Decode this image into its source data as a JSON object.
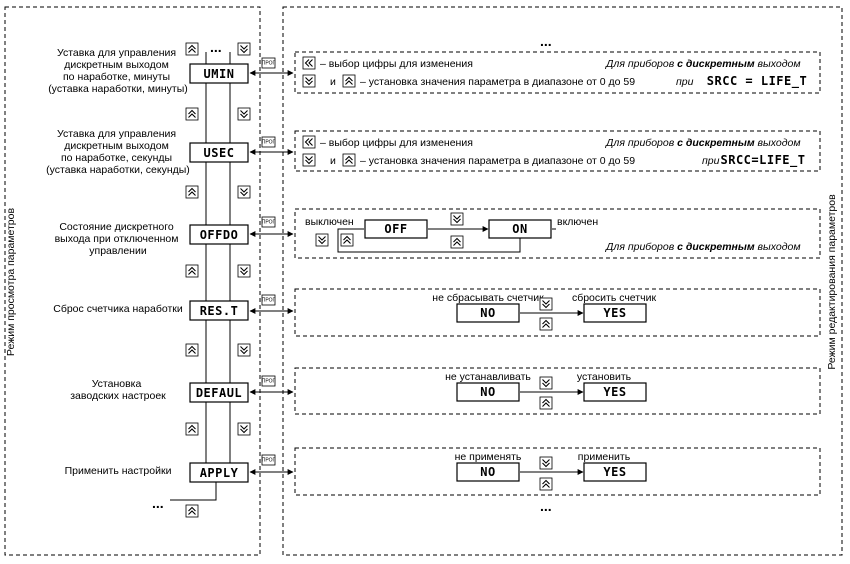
{
  "modes": {
    "view": "Режим просмотра параметров",
    "edit": "Режим редактирования параметров"
  },
  "prog_label": "ПРОГ",
  "ellipsis": "...",
  "params": [
    {
      "lines": [
        "Уставка для управления",
        "дискретным выходом",
        "по наработке, минуты",
        "(уставка наработки, минуты)"
      ],
      "code": "UMIN"
    },
    {
      "lines": [
        "Уставка для управления",
        "дискретным выходом",
        "по наработке, секунды",
        "(уставка наработки, секунды)"
      ],
      "code": "USEC"
    },
    {
      "lines": [
        "Состояние дискретного",
        "выхода при отключенном",
        "управлении"
      ],
      "code": "OFFDO"
    },
    {
      "lines": [
        "Сброс счетчика наработки"
      ],
      "code": "RES.T"
    },
    {
      "lines": [
        "Установка",
        "заводских настроек"
      ],
      "code": "DEFAUL"
    },
    {
      "lines": [
        "Применить настройки"
      ],
      "code": "APPLY"
    }
  ],
  "edit": {
    "digit_select": "– выбор цифры для изменения",
    "and": "и",
    "set_min": "– установка значения параметра в диапазоне от 0 до 59",
    "set_sec": "– установка значения параметра в диапазоне от 0 до 59",
    "note_prefix": "Для приборов ",
    "note_bold": "с дискретным",
    "note_suffix": " выходом",
    "cond_prefix": "при ",
    "cond_code_min": "SRCC = LIFE_T",
    "cond_code_sec": "SRCC=LIFE_T",
    "off_state": "выключен",
    "on_state": "включен",
    "off_code": "OFF",
    "on_code": "ON",
    "reset": {
      "left": "не сбрасывать счетчик",
      "right": "сбросить счетчик"
    },
    "defaults": {
      "left": "не устанавливать",
      "right": "установить"
    },
    "apply": {
      "left": "не применять",
      "right": "применить"
    },
    "no_code": "NO",
    "yes_code": "YES"
  }
}
